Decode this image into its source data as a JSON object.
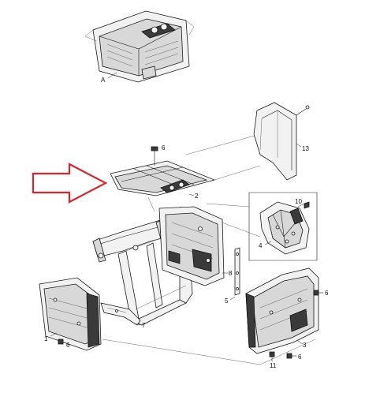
{
  "callouts": {
    "A": "A",
    "c1": "1",
    "c2": "2",
    "c3": "3",
    "c4": "4",
    "c5": "5",
    "c6a": "6",
    "c6b": "6",
    "c6c": "6",
    "c6d": "6",
    "c7": "7",
    "c8": "8",
    "c10": "10",
    "c11": "11",
    "c13": "13"
  },
  "colors": {
    "arrow": "#d9262b",
    "line": "#1a1a1a"
  }
}
